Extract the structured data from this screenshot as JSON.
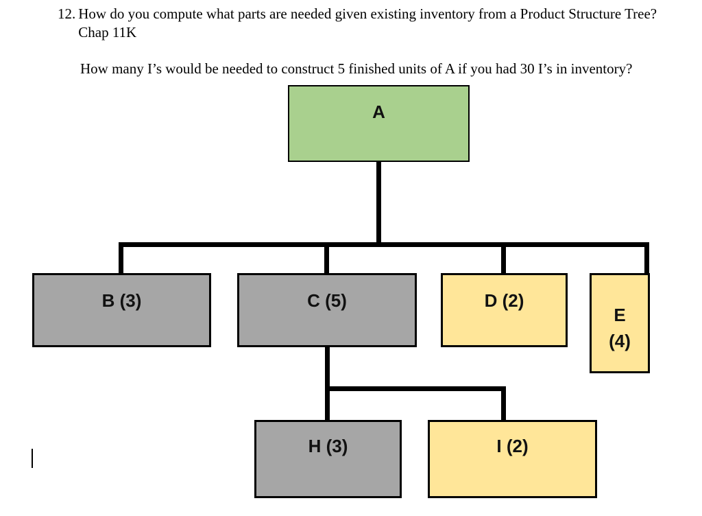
{
  "question": {
    "number": "12.",
    "prompt": "How do you compute what parts are needed given existing inventory from a Product Structure Tree? Chap 11K",
    "sub_prompt": "How many I’s would be needed to construct 5 finished units of A if you had 30 I’s in inventory?"
  },
  "tree": {
    "nodes": {
      "a": {
        "label": "A",
        "fill": "#a9d08e",
        "parent": null
      },
      "b": {
        "label": "B (3)",
        "fill": "#a6a6a6",
        "parent": "A"
      },
      "c": {
        "label": "C (5)",
        "fill": "#a6a6a6",
        "parent": "A"
      },
      "d": {
        "label": "D (2)",
        "fill": "#ffe699",
        "parent": "A"
      },
      "e": {
        "label": "E",
        "label2": "(4)",
        "fill": "#ffe699",
        "parent": "A"
      },
      "h": {
        "label": "H (3)",
        "fill": "#a6a6a6",
        "parent": "C"
      },
      "i": {
        "label": "I (2)",
        "fill": "#ffe699",
        "parent": "C"
      }
    }
  },
  "colors": {
    "node_border": "#000000",
    "connector": "#000000",
    "green_node": "#a9d08e",
    "gray_node": "#a6a6a6",
    "yellow_node": "#ffe699",
    "background": "#ffffff"
  }
}
